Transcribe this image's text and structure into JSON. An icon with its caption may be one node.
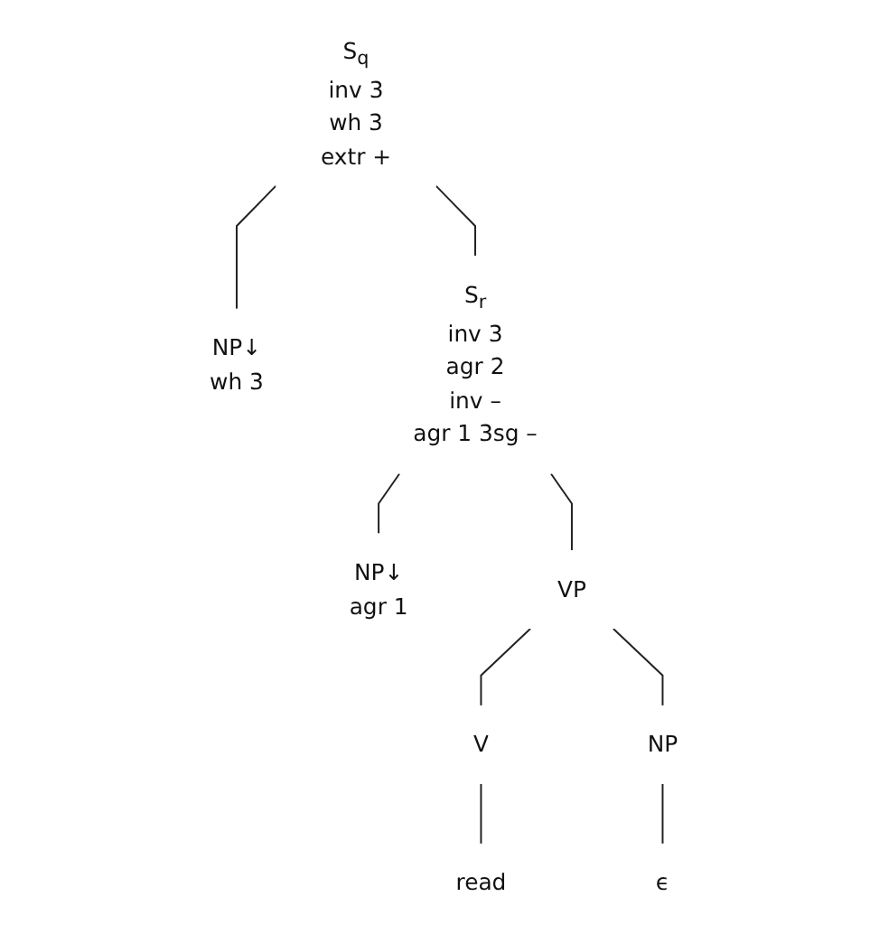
{
  "diagram": {
    "nodes": [
      {
        "text": [
          "S$_{q}$",
          "inv 3",
          "wh 3",
          "extr +"
        ]
      },
      {
        "text": [
          "NP↓",
          "wh 3"
        ]
      },
      {
        "text": [
          "S$_{r}$",
          "inv 3",
          "agr 2",
          "inv –",
          "agr 1 3sg –"
        ]
      },
      {
        "text": [
          "NP↓",
          "agr 1"
        ]
      },
      {
        "text": [
          "VP"
        ]
      },
      {
        "text": [
          "V"
        ]
      },
      {
        "text": [
          "NP"
        ]
      },
      {
        "text": [
          "read"
        ]
      },
      {
        "text": [
          "ϵ"
        ]
      }
    ],
    "edges": [
      {
        "from": 0,
        "to": 1,
        "arrow": "none"
      },
      {
        "from": 0,
        "to": 2,
        "arrow": "none"
      },
      {
        "from": 2,
        "to": 3,
        "arrow": "none"
      },
      {
        "from": 2,
        "to": 4,
        "arrow": "none"
      },
      {
        "from": 4,
        "to": 5,
        "arrow": "none"
      },
      {
        "from": 4,
        "to": 6,
        "arrow": "none"
      },
      {
        "from": 5,
        "to": 7,
        "arrow": "none"
      },
      {
        "from": 6,
        "to": 8,
        "arrow": "none"
      }
    ]
  }
}
